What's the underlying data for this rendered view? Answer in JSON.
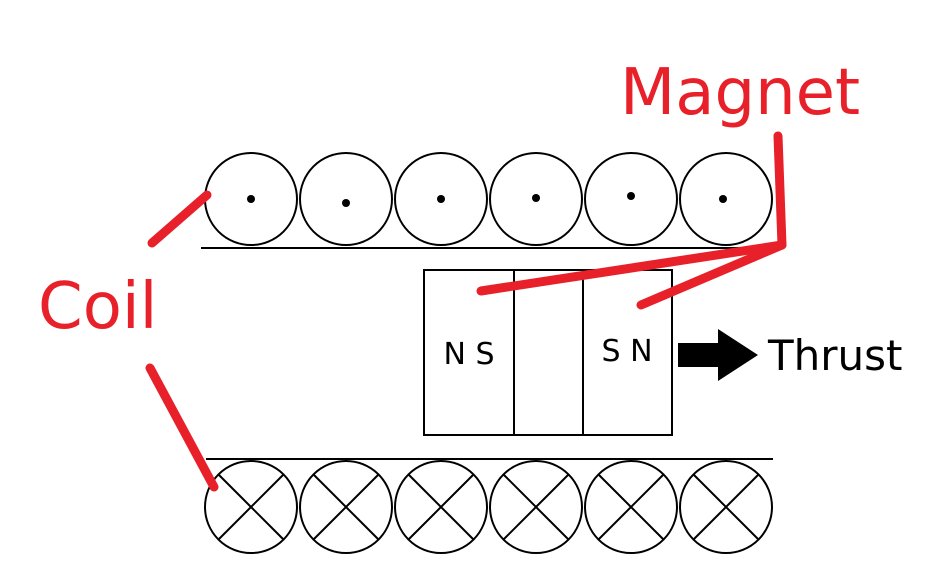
{
  "labels": {
    "magnet": "Magnet",
    "coil": "Coil",
    "thrust": "Thrust"
  },
  "magnet_poles": {
    "left_segment": "N S",
    "right_segment": "S N"
  },
  "coil": {
    "top_row_symbol": "dot",
    "bottom_row_symbol": "cross",
    "turns_per_row": 6
  },
  "colors": {
    "annotation": "#e8202a",
    "ink": "#000000",
    "background": "#ffffff"
  }
}
